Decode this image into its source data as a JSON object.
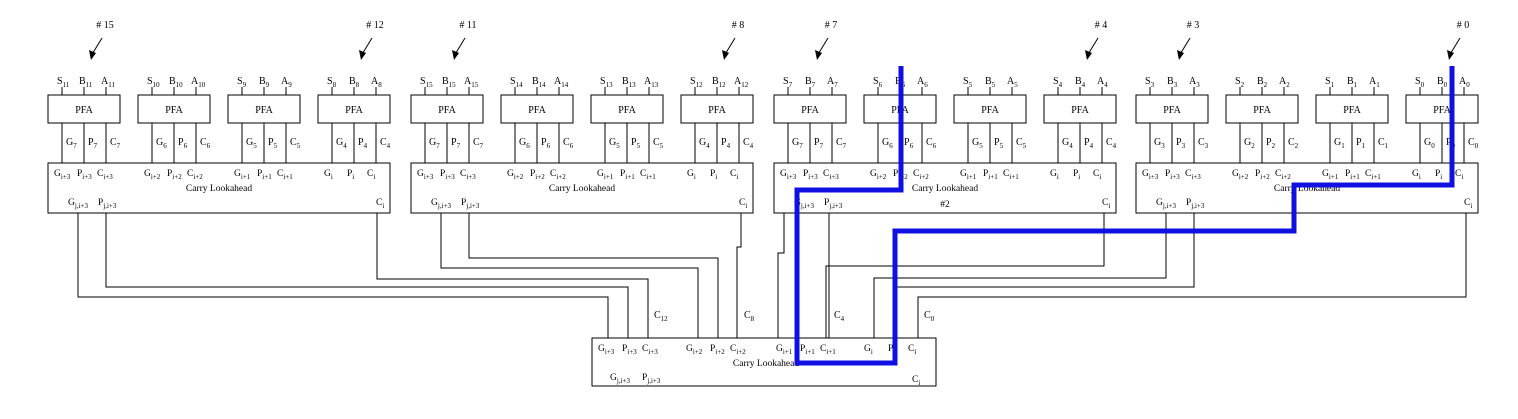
{
  "pfa_label": "PFA",
  "top_ports": [
    "G",
    "P",
    "C"
  ],
  "cla_top_ports": [
    "G",
    "P",
    "C"
  ],
  "cla_bottom": {
    "g": "G",
    "p": "P",
    "c": "C",
    "g_sub": "j,i+3",
    "c_sub": "i"
  },
  "cla_port_subs": [
    [
      "i+3",
      "i+3",
      "i+3"
    ],
    [
      "i+2",
      "i+2",
      "i+2"
    ],
    [
      "i+1",
      "i+1",
      "i+1"
    ],
    [
      "i",
      "i",
      "i"
    ]
  ],
  "cla_title": "Carry Lookahead",
  "groups": [
    {
      "cla_title": "Carry Lookahead",
      "bits": [
        {
          "s": 11,
          "b": 11,
          "a": 11,
          "g": 7,
          "p": 7,
          "c": 7,
          "arrow": "# 15"
        },
        {
          "s": 10,
          "b": 10,
          "a": 10,
          "g": 6,
          "p": 6,
          "c": 6,
          "arrow": ""
        },
        {
          "s": 9,
          "b": 9,
          "a": 9,
          "g": 5,
          "p": 5,
          "c": 5,
          "arrow": ""
        },
        {
          "s": 8,
          "b": 8,
          "a": 8,
          "g": 4,
          "p": 4,
          "c": 4,
          "arrow": "# 12"
        }
      ]
    },
    {
      "cla_title": "Carry Lookahead",
      "bits": [
        {
          "s": 15,
          "b": 15,
          "a": 15,
          "g": 7,
          "p": 7,
          "c": 7,
          "arrow": "# 11"
        },
        {
          "s": 14,
          "b": 14,
          "a": 14,
          "g": 6,
          "p": 6,
          "c": 6,
          "arrow": ""
        },
        {
          "s": 13,
          "b": 13,
          "a": 13,
          "g": 5,
          "p": 5,
          "c": 5,
          "arrow": ""
        },
        {
          "s": 12,
          "b": 12,
          "a": 12,
          "g": 4,
          "p": 4,
          "c": 4,
          "arrow": "# 8"
        }
      ]
    },
    {
      "cla_title": "Carry Lookahead",
      "cla_extra": "#2",
      "bits": [
        {
          "s": 7,
          "b": 7,
          "a": 7,
          "g": 7,
          "p": 7,
          "c": 7,
          "arrow": "# 7"
        },
        {
          "s": 6,
          "b": 6,
          "a": 6,
          "g": 6,
          "p": 6,
          "c": 6,
          "arrow": ""
        },
        {
          "s": 5,
          "b": 5,
          "a": 5,
          "g": 5,
          "p": 5,
          "c": 5,
          "arrow": ""
        },
        {
          "s": 4,
          "b": 4,
          "a": 4,
          "g": 4,
          "p": 4,
          "c": 4,
          "arrow": "# 4"
        }
      ]
    },
    {
      "cla_title": "Carry Lookahead",
      "bits": [
        {
          "s": 3,
          "b": 3,
          "a": 3,
          "g": 3,
          "p": 3,
          "c": 3,
          "arrow": "# 3"
        },
        {
          "s": 2,
          "b": 2,
          "a": 2,
          "g": 2,
          "p": 2,
          "c": 2,
          "arrow": ""
        },
        {
          "s": 1,
          "b": 1,
          "a": 1,
          "g": 1,
          "p": 1,
          "c": 1,
          "arrow": ""
        },
        {
          "s": 0,
          "b": 0,
          "a": 0,
          "g": 0,
          "p": 0,
          "c": 0,
          "arrow": "# 0"
        }
      ]
    }
  ],
  "bottom_cla": {
    "title": "Carry Lookahead",
    "carries": [
      "C12",
      "C8",
      "C4",
      "C0"
    ]
  },
  "colors": {
    "line": "#000000",
    "critical_path": "#1010e0"
  }
}
